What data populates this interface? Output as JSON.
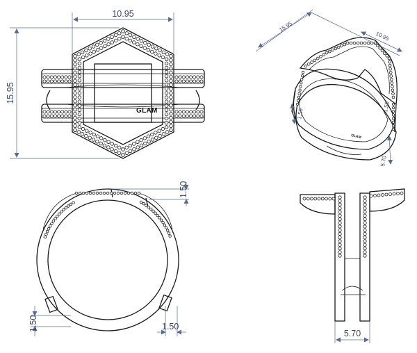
{
  "dimensions": {
    "front_width": "10.95",
    "front_height": "15.95",
    "top_edge": "1.50",
    "bottom_left": "1.50",
    "bottom_right": "1.50",
    "side_width": "5.70",
    "iso_length": "15.95",
    "iso_width": "10.95",
    "iso_height_a": "5.70",
    "iso_height_b": "1.50",
    "iso_thickness": "1.50"
  },
  "brand_text": "GLAM"
}
